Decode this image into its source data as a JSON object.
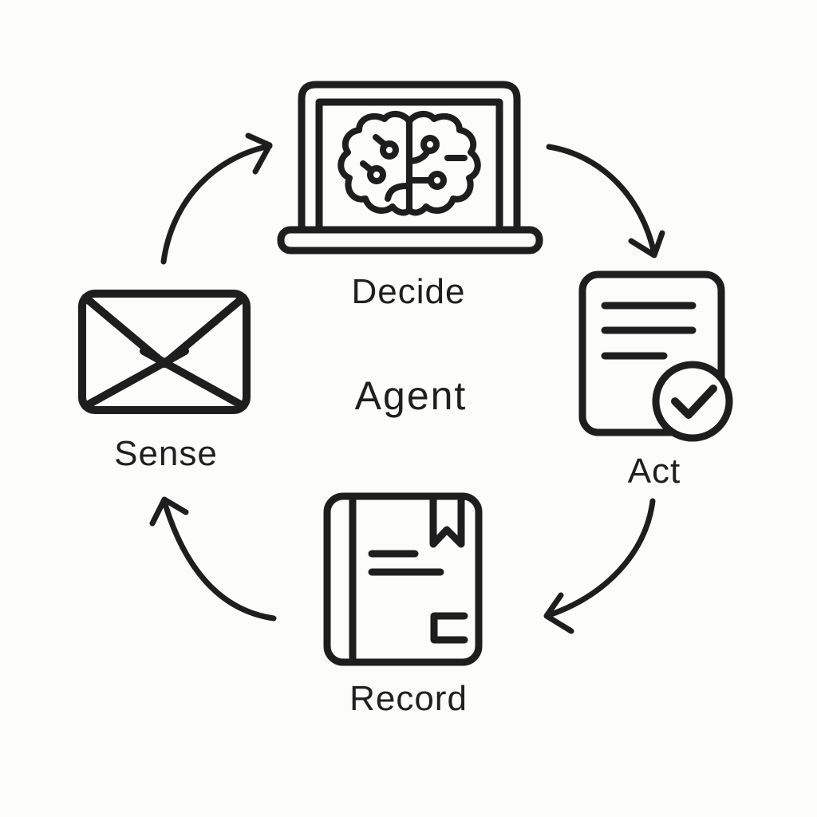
{
  "diagram": {
    "center_label": "Agent",
    "nodes": [
      {
        "id": "decide",
        "label": "Decide",
        "icon": "laptop-brain-icon",
        "position": "top"
      },
      {
        "id": "act",
        "label": "Act",
        "icon": "document-check-icon",
        "position": "right"
      },
      {
        "id": "record",
        "label": "Record",
        "icon": "notebook-icon",
        "position": "bottom"
      },
      {
        "id": "sense",
        "label": "Sense",
        "icon": "envelope-icon",
        "position": "left"
      }
    ],
    "arrows": [
      {
        "from": "Sense",
        "to": "Decide"
      },
      {
        "from": "Decide",
        "to": "Act"
      },
      {
        "from": "Act",
        "to": "Record"
      },
      {
        "from": "Record",
        "to": "Sense"
      }
    ],
    "colors": {
      "stroke": "#1e1e1e",
      "background": "#fcfcfb",
      "text": "#1f1f1f"
    }
  }
}
